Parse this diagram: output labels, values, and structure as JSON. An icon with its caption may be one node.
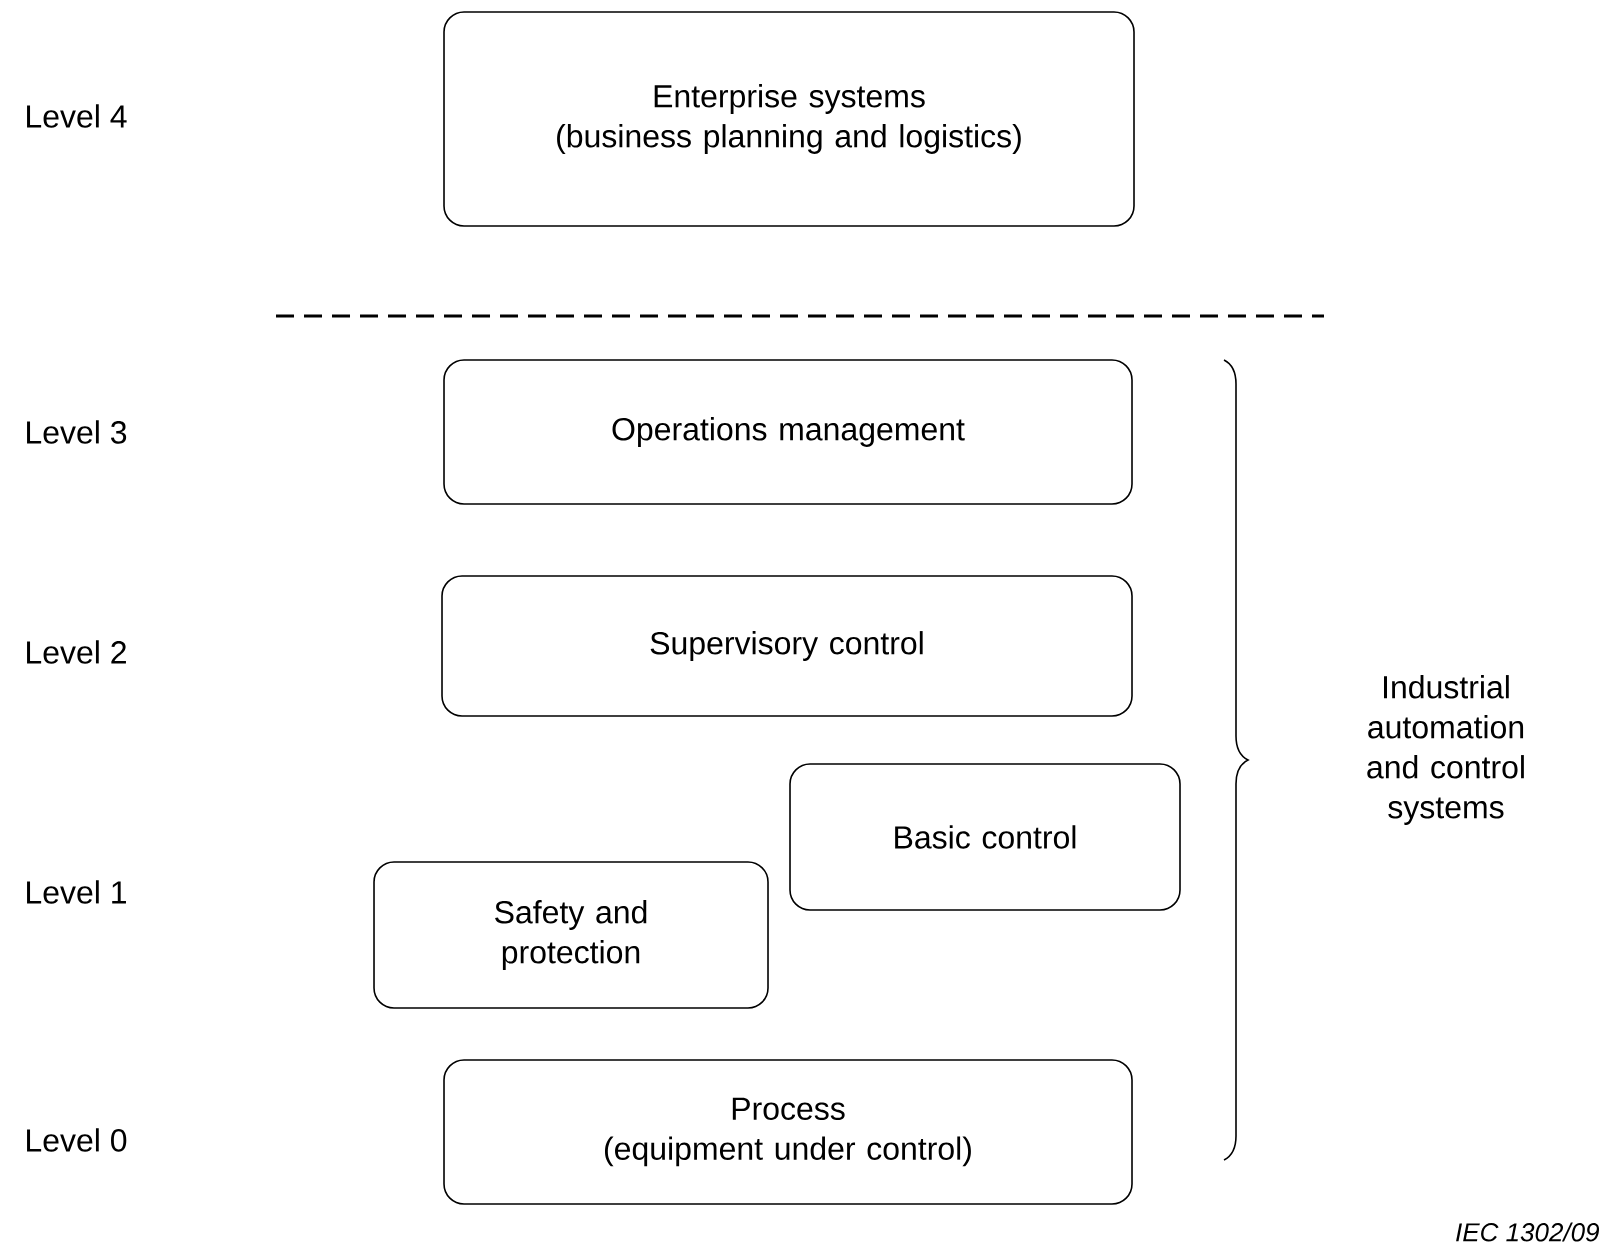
{
  "diagram": {
    "nodes": [
      {
        "text": [
          "Enterprise systems",
          "(business planning and logistics)"
        ]
      },
      {
        "text": [
          "Operations management"
        ]
      },
      {
        "text": [
          "Supervisory control"
        ]
      },
      {
        "text": [
          "Basic control"
        ]
      },
      {
        "text": [
          "Safety and protection"
        ]
      },
      {
        "text": [
          "Process",
          "(equipment under control)"
        ]
      }
    ],
    "labels": [
      "Level 4",
      "Level 3",
      "Level 2",
      "Level 1",
      "Level 0",
      "Industrial automation and control systems",
      "IEC 1302/09"
    ]
  }
}
